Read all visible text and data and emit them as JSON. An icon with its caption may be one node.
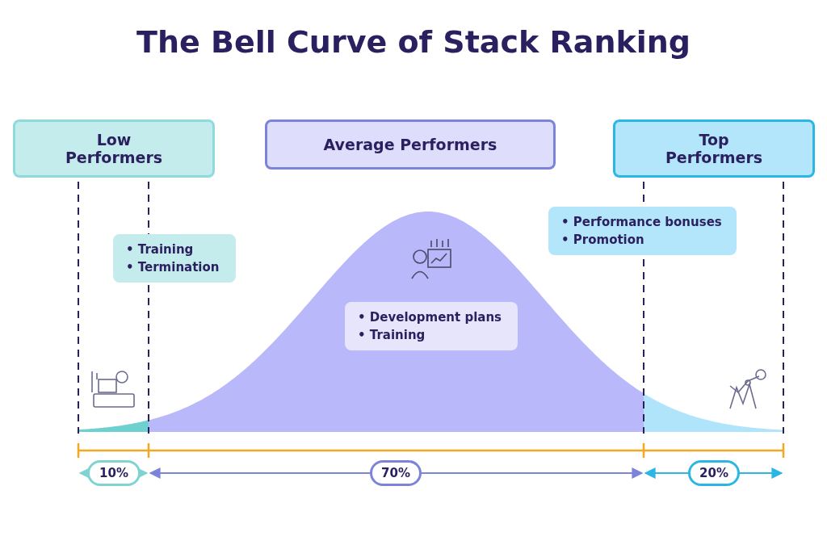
{
  "diagram": {
    "title": "The Bell Curve of Stack Ranking",
    "nodes": [
      {
        "text": [
          "Low Performers"
        ]
      },
      {
        "text": [
          "Average Performers"
        ]
      },
      {
        "text": [
          "Top Performers"
        ]
      },
      {
        "text": [
          "• Training",
          "• Termination"
        ]
      },
      {
        "text": [
          "• Performance bonuses",
          "• Promotion"
        ]
      },
      {
        "text": [
          "• Development plans",
          "• Training"
        ]
      }
    ],
    "edges": [],
    "labels": [
      "10%",
      "70%",
      "20%"
    ]
  }
}
